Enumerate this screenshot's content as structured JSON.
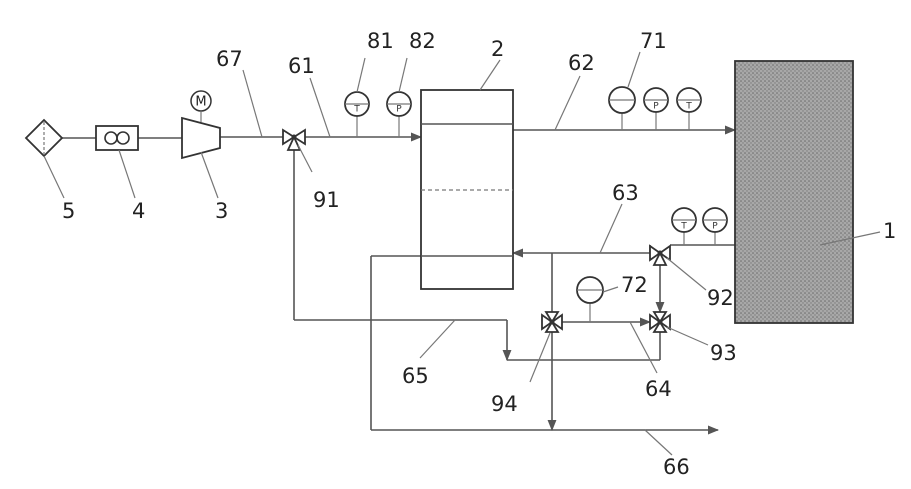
{
  "labels": {
    "l1": "1",
    "l2": "2",
    "l3": "3",
    "l4": "4",
    "l5": "5",
    "l61": "61",
    "l62": "62",
    "l63": "63",
    "l64": "64",
    "l65": "65",
    "l66": "66",
    "l67": "67",
    "l71": "71",
    "l72": "72",
    "l81": "81",
    "l82": "82",
    "l91": "91",
    "l92": "92",
    "l93": "93",
    "l94": "94"
  },
  "symbols": {
    "motor": "M",
    "temp": "T",
    "pressure": "P"
  },
  "colors": {
    "line": "#555555",
    "tank_fill": "#9a9a9a"
  }
}
